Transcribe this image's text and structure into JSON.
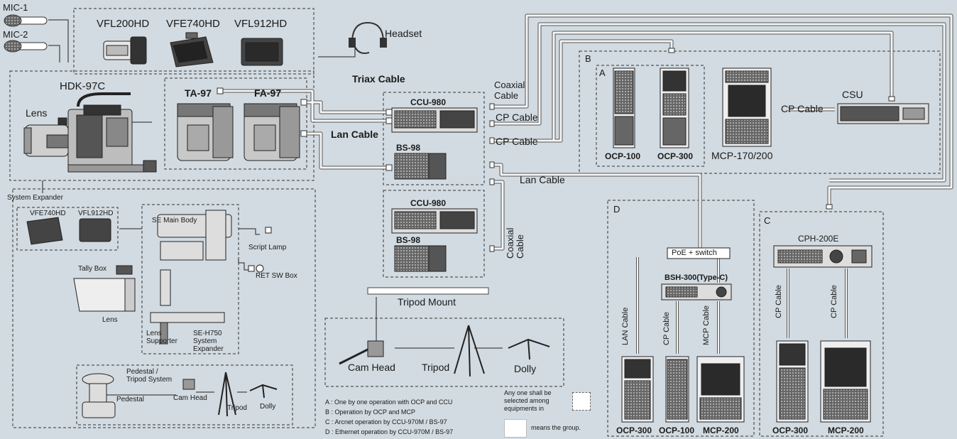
{
  "mics": [
    "MIC-1",
    "MIC-2"
  ],
  "viewfinders_top": [
    "VFL200HD",
    "VFE740HD",
    "VFL912HD"
  ],
  "headset": "Headset",
  "camera": "HDK-97C",
  "lens": "Lens",
  "triax": "Triax Cable",
  "adapters": [
    "TA-97",
    "FA-97"
  ],
  "lan_cable": "Lan Cable",
  "ccu_top": [
    "CCU-980",
    "BS-98"
  ],
  "ccu_bottom": [
    "CCU-980",
    "BS-98"
  ],
  "coaxial_cable": "Coaxial Cable",
  "coaxial_cable_v": "Coaxial Cable",
  "cp_cable": "CP Cable",
  "cp_cable_2": "CP Cable",
  "lan_cable_2": "Lan Cable",
  "group_b": {
    "letter": "B",
    "sub": "A",
    "ocp100": "OCP-100",
    "ocp300": "OCP-300",
    "mcp": "MCP-170/200",
    "cp_cable": "CP Cable",
    "csu": "CSU"
  },
  "group_d": {
    "letter": "D",
    "poe": "PoE + switch",
    "bsh": "BSH-300(Type-C)",
    "lan": "LAN Cable",
    "cp": "CP Cable",
    "mcp_cable": "MCP Cable",
    "units": [
      "OCP-300",
      "OCP-100",
      "MCP-200"
    ]
  },
  "group_c": {
    "letter": "C",
    "cph": "CPH-200E",
    "cp1": "CP Cable",
    "cp2": "CP Cable",
    "units": [
      "OCP-300",
      "MCP-200"
    ]
  },
  "system_expander": {
    "title": "System Expander",
    "vf": [
      "VFE740HD",
      "VFL912HD"
    ],
    "main_body": "SE Main Body",
    "script_lamp": "Script Lamp",
    "ret_box": "RET SW Box",
    "tally_box": "Tally Box",
    "lens": "Lens",
    "lens_supporter": "Lens Supporter",
    "se_h750": "SE-H750 System Expander",
    "ped_tripod_system": "Pedestal / Tripod System",
    "pedestal": "Pedestal",
    "cam_head": "Cam Head",
    "tripod": "Tripod",
    "dolly": "Dolly"
  },
  "tripod_mount": {
    "title": "Tripod Mount",
    "cam_head": "Cam Head",
    "tripod": "Tripod",
    "dolly": "Dolly"
  },
  "legend": {
    "lines": [
      "A : One by one operation with OCP and CCU",
      "B : Operation by OCP and MCP",
      "C : Arcnet operation by CCU-970M / BS-97",
      "D : Ethernet operation by CCU-970M / BS-97"
    ],
    "note1": "Any one shall be selected among equipments in",
    "note2": "means the group."
  }
}
